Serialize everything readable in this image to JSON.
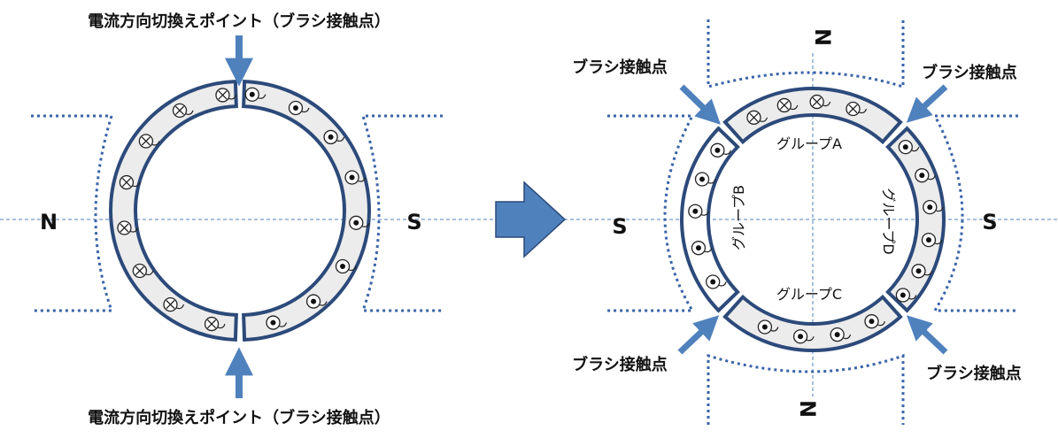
{
  "left": {
    "switch_point_top": "電流方向切換えポイント（ブラシ接触点）",
    "switch_point_bottom": "電流方向切換えポイント（ブラシ接触点）",
    "pole_left": "N",
    "pole_right": "S"
  },
  "right": {
    "brush_top_left": "ブラシ接触点",
    "brush_top_right": "ブラシ接触点",
    "brush_bottom_left": "ブラシ接触点",
    "brush_bottom_right": "ブラシ接触点",
    "pole_top": "N",
    "pole_bottom": "N",
    "pole_left": "S",
    "pole_right": "S",
    "group_a": "グループA",
    "group_b": "グループB",
    "group_c": "グループC",
    "group_d": "グループD"
  },
  "colors": {
    "arrow": "#4f81bd",
    "ring_stroke": "#2c4a7a",
    "ring_fill": "#ececec",
    "dotted_line": "#3a63a8",
    "axis_line": "#4f81bd"
  }
}
